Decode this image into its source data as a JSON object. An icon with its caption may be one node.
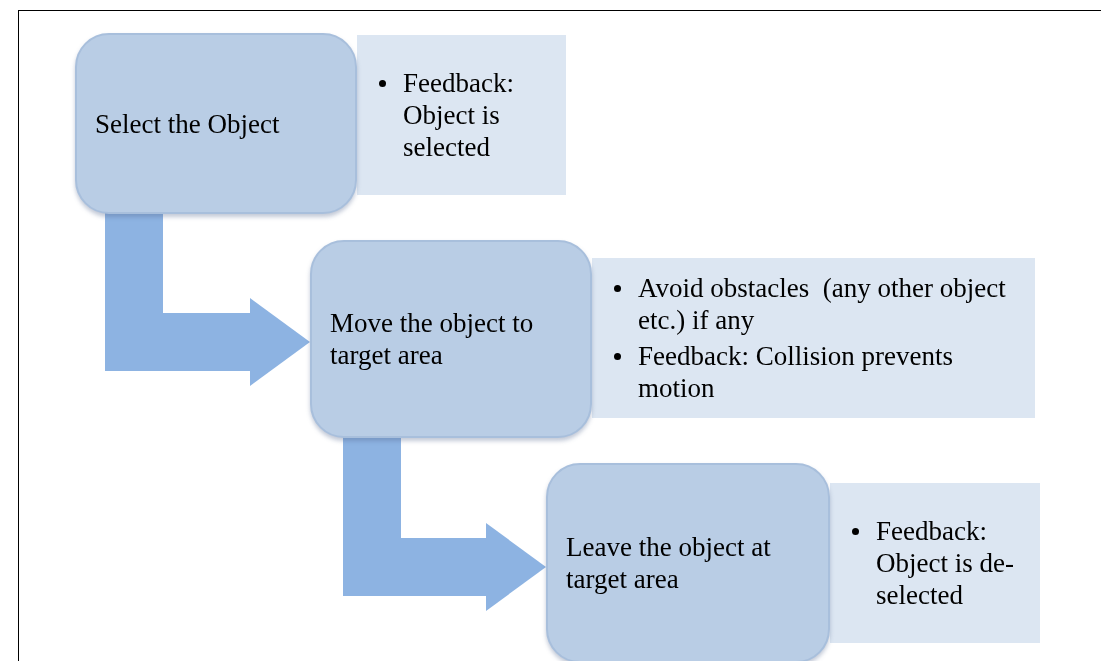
{
  "diagram": {
    "nodes": [
      {
        "text": [
          "Select the Object"
        ]
      },
      {
        "text": [
          "Feedback: Object is selected"
        ]
      },
      {
        "text": [
          "Move the object to target area"
        ]
      },
      {
        "text": [
          "Avoid obstacles  (any other object etc.) if any",
          "Feedback: Collision prevents motion"
        ]
      },
      {
        "text": [
          "Leave the object at target area"
        ]
      },
      {
        "text": [
          "Feedback: Object is de-selected"
        ]
      }
    ],
    "edges": [
      {
        "from": 0,
        "to": 2,
        "arrow": "to"
      },
      {
        "from": 2,
        "to": 4,
        "arrow": "to"
      }
    ]
  }
}
